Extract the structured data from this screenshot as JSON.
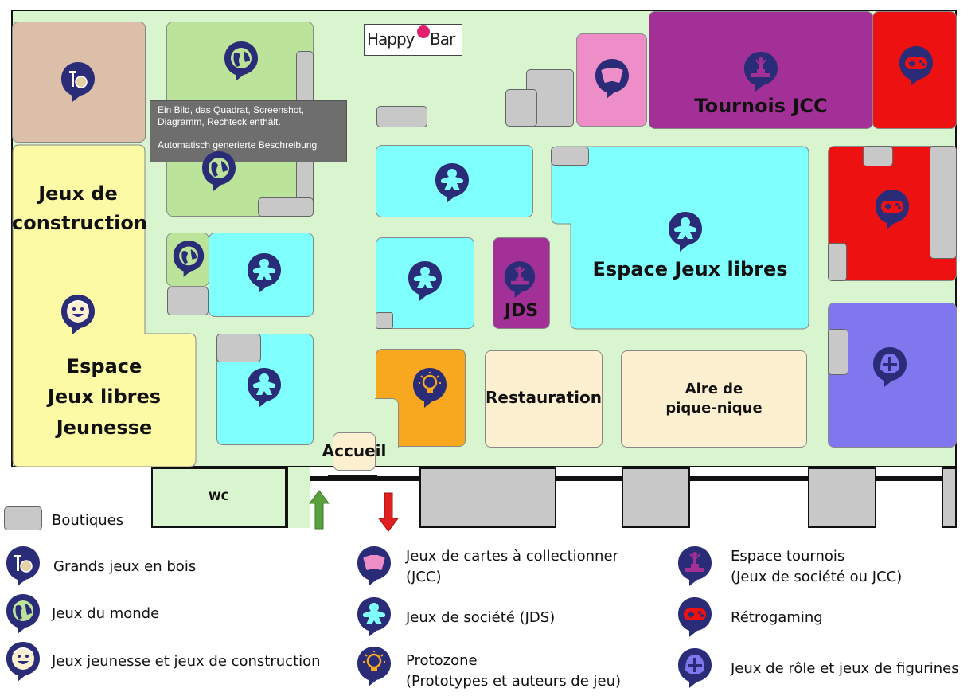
{
  "brand": {
    "logo_left": "Happy",
    "logo_right": "Bar"
  },
  "tooltip": {
    "line1": "Ein Bild, das Quadrat, Screenshot,",
    "line2": "Diagramm, Rechteck enthält.",
    "line3": "Automatisch generierte Beschreibung"
  },
  "map_labels": {
    "construction_1": "Jeux de",
    "construction_2": "construction",
    "jeunesse_1": "Espace",
    "jeunesse_2": "Jeux libres",
    "jeunesse_3": "Jeunesse",
    "tournois_jcc": "Tournois JCC",
    "espace_jeux_libres": "Espace Jeux libres",
    "jds": "JDS",
    "restauration": "Restauration",
    "pique_nique_1": "Aire de",
    "pique_nique_2": "pique-nique",
    "accueil": "Accueil",
    "wc": "WC"
  },
  "legend": {
    "boutiques": "Boutiques",
    "grands_jeux_bois": "Grands jeux en bois",
    "jeux_monde": "Jeux du monde",
    "jeux_jeunesse": "Jeux jeunesse et jeux de construction",
    "jcc_1": "Jeux de cartes à collectionner",
    "jcc_2": "(JCC)",
    "jds": "Jeux de société (JDS)",
    "protozone_1": "Protozone",
    "protozone_2": "(Prototypes et auteurs de jeu)",
    "tournois_1": "Espace tournois",
    "tournois_2": "(Jeux de société ou JCC)",
    "retrogaming": "Rétrogaming",
    "jdr": "Jeux de rôle et jeux de figurines"
  },
  "icons": [
    "wood-game-icon",
    "globe-icon",
    "kid-face-icon",
    "cards-icon",
    "meeple-icon",
    "lightbulb-icon",
    "podium-icon",
    "gamepad-icon",
    "helmet-icon",
    "up-arrow-icon",
    "down-arrow-icon"
  ],
  "colors": {
    "floor": "#d9f5d0",
    "wood_games": "#dcbfa8",
    "world_games": "#bce39a",
    "youth": "#fdfaa6",
    "board_games": "#80ffff",
    "jcc": "#ee8ec8",
    "tournaments": "#a33097",
    "retrogaming": "#ee1111",
    "roleplay": "#8077ee",
    "protozone": "#f7a81e",
    "food": "#fdf0d0",
    "shops": "#c8c8c8",
    "icon_navy": "#2a2c78"
  }
}
